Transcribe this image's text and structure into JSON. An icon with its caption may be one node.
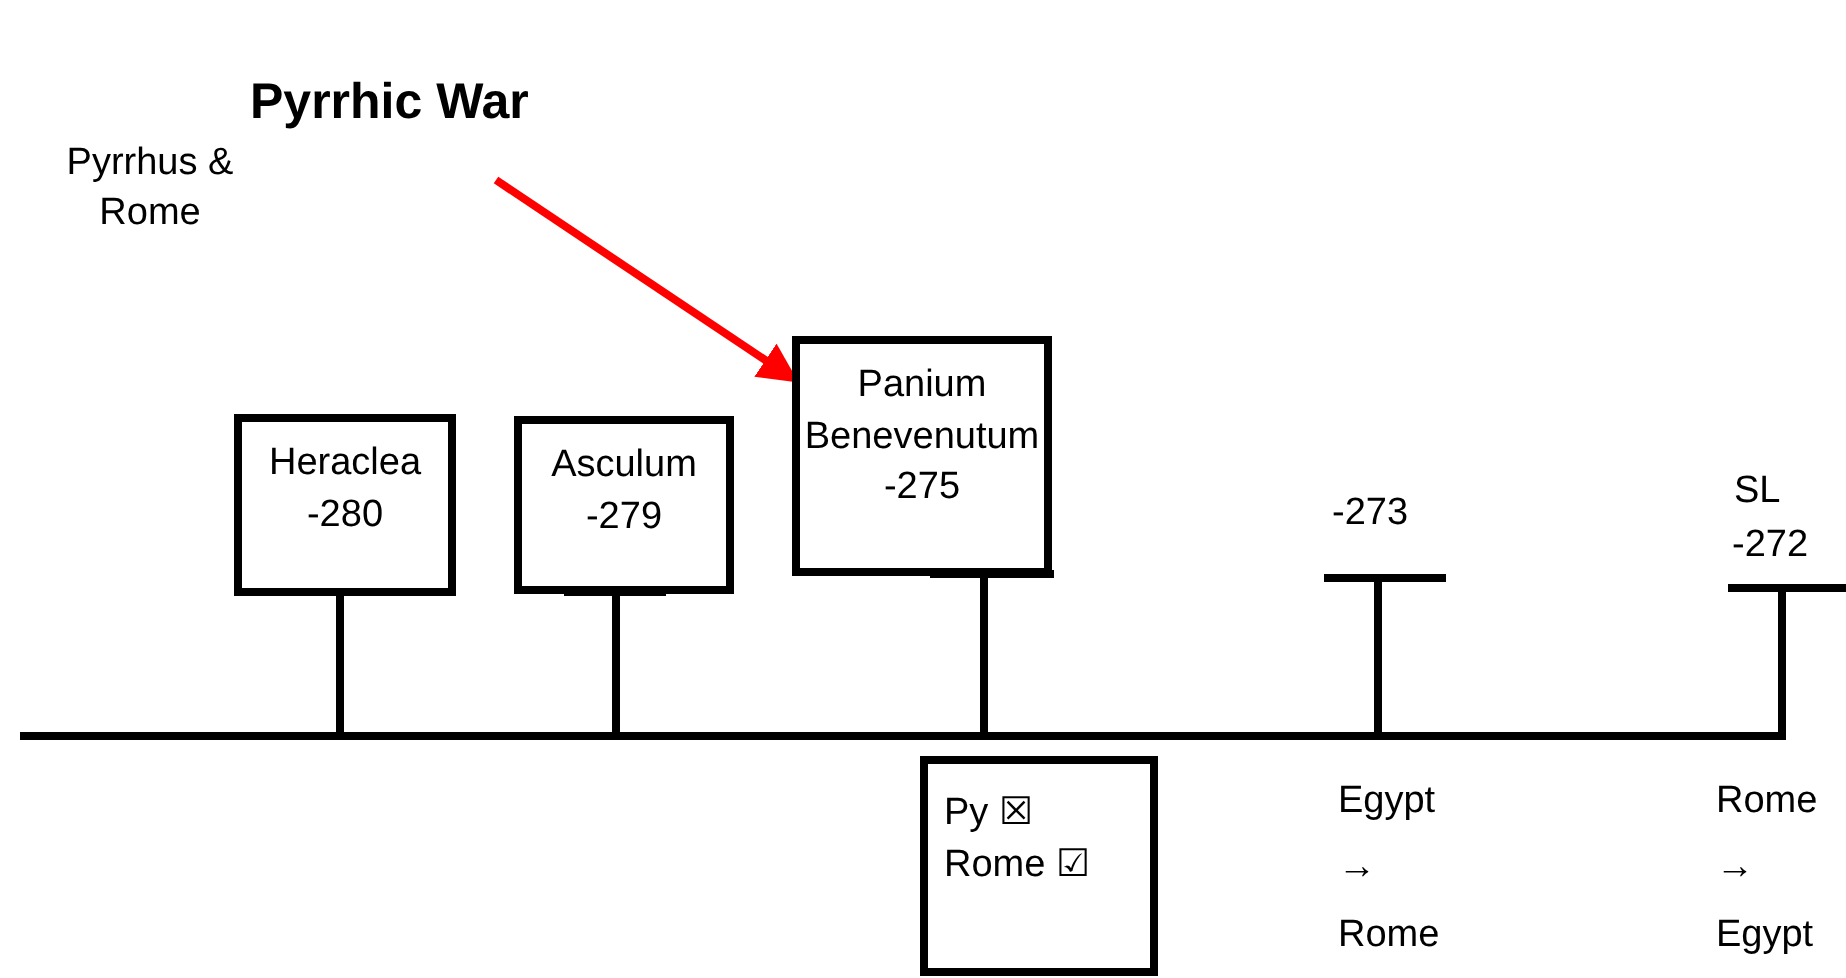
{
  "diagram": {
    "title": "Pyrrhic War",
    "nodes": [
      {
        "text": [
          "Heraclea",
          "-280"
        ]
      },
      {
        "text": [
          "Asculum",
          "-279"
        ]
      },
      {
        "text": [
          "Panium",
          "Benevenutum",
          "-275"
        ]
      },
      {
        "text": [
          "Py ☒",
          "Rome ☑"
        ]
      },
      {
        "text": [],
        "shape": "bar"
      }
    ],
    "edges": [
      {
        "from": null,
        "to": 2,
        "arrow": "to",
        "color": "#ff0000"
      },
      {
        "from": 0,
        "to": 4,
        "arrow": "none"
      },
      {
        "from": 1,
        "to": 4,
        "arrow": "none"
      },
      {
        "from": 2,
        "to": 4,
        "arrow": "none"
      }
    ],
    "labels": [
      "Pyrrhus & Rome",
      "-273",
      "SL",
      "-272",
      "Egypt → Rome",
      "Rome → Egypt"
    ]
  }
}
